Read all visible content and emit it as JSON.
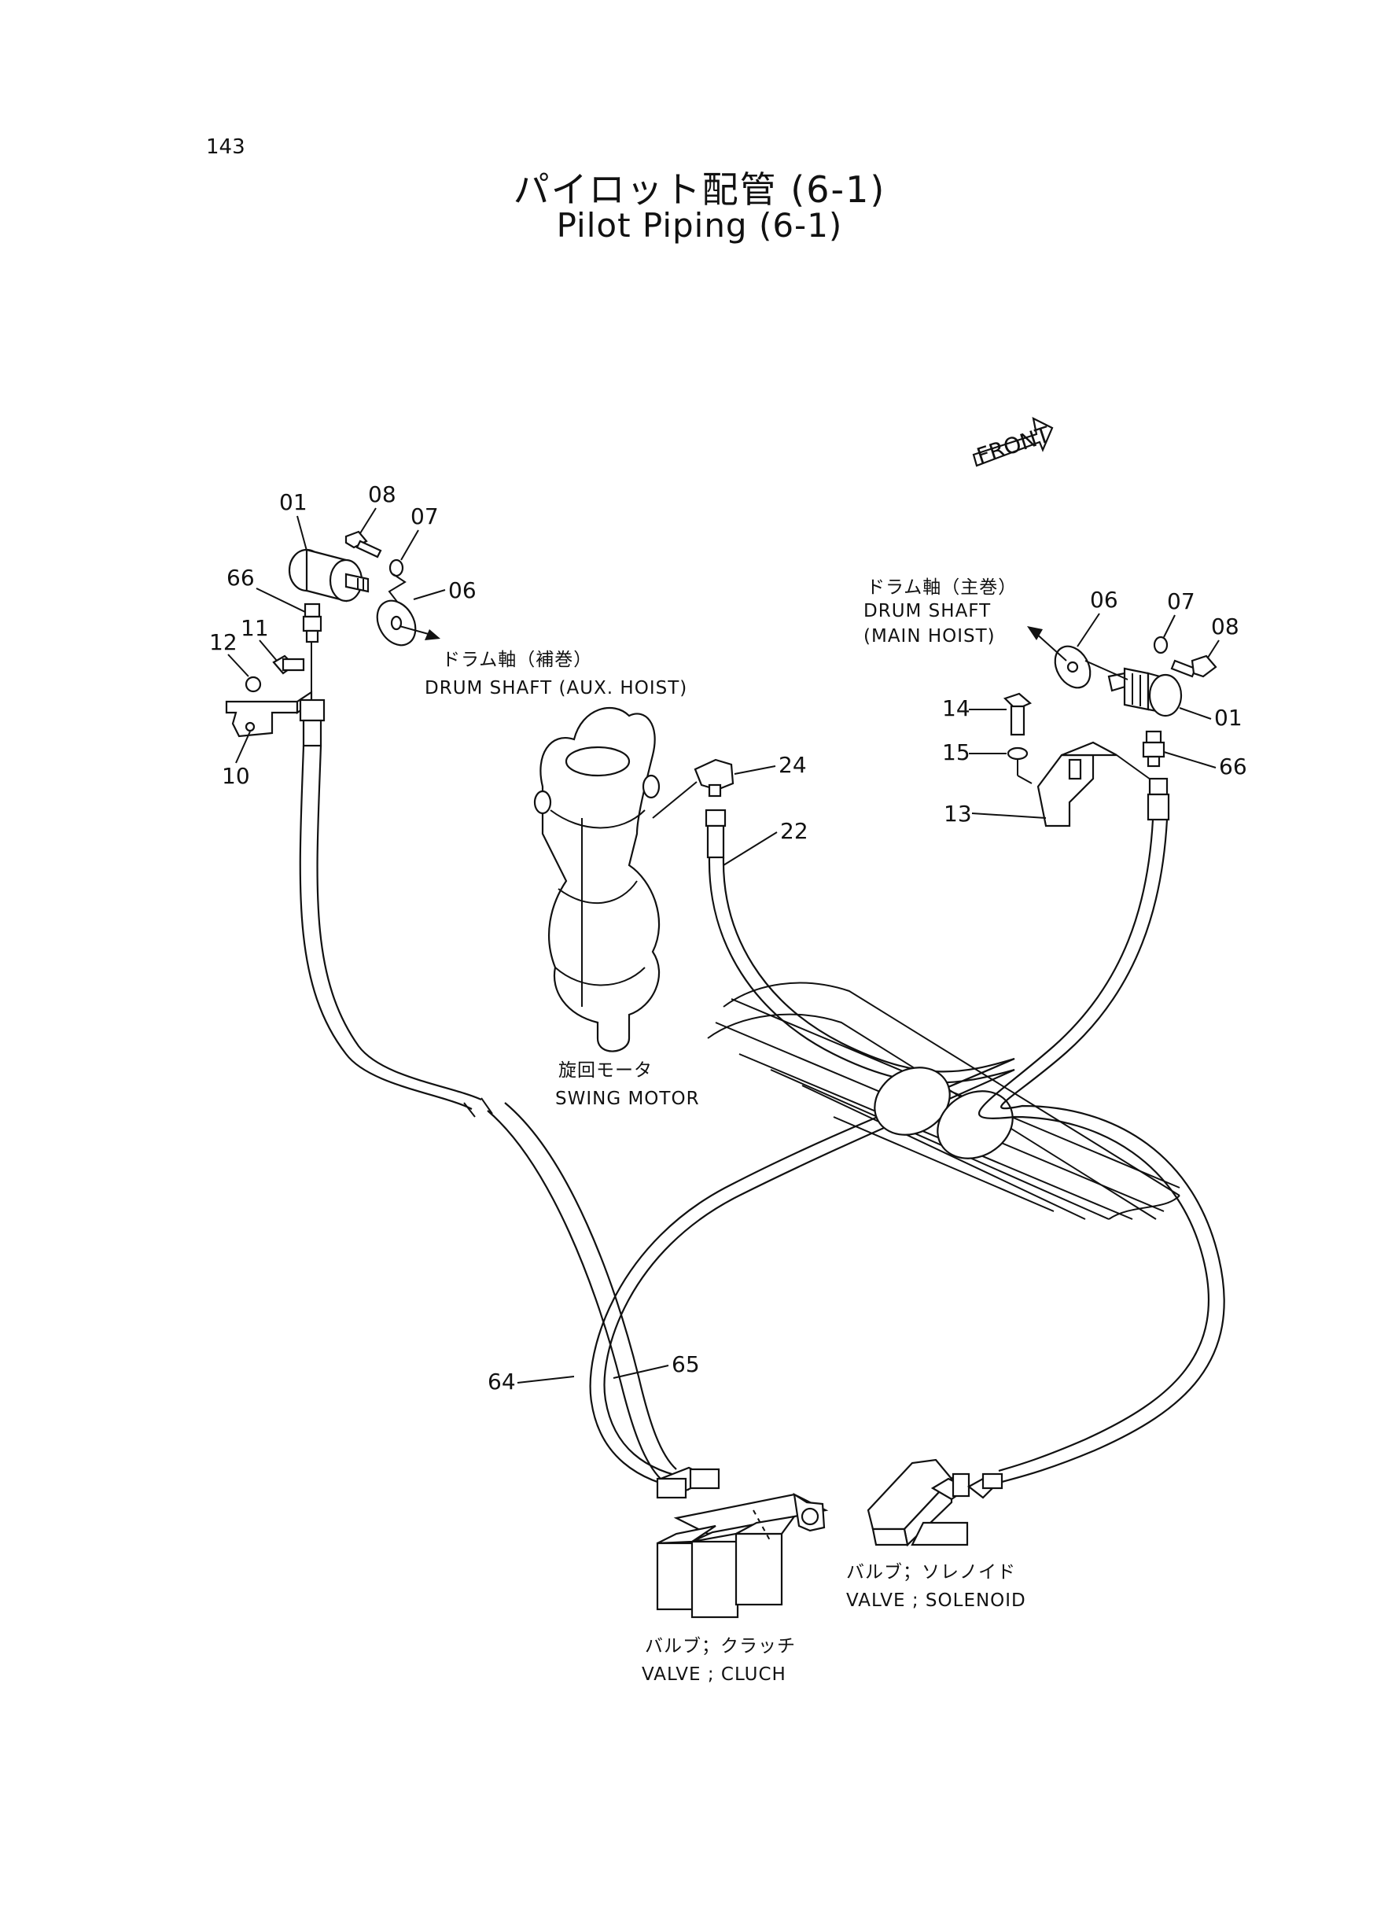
{
  "page": {
    "number": "143"
  },
  "title": {
    "ja": "パイロット配管 (6-1)",
    "en": "Pilot Piping (6-1)"
  },
  "front_marker": "FRONT",
  "callouts": {
    "left_01": "01",
    "left_08": "08",
    "left_07": "07",
    "left_06": "06",
    "left_66": "66",
    "left_11": "11",
    "left_12": "12",
    "left_10": "10",
    "right_06": "06",
    "right_07": "07",
    "right_08": "08",
    "right_01": "01",
    "right_66": "66",
    "right_14": "14",
    "right_15": "15",
    "right_13": "13",
    "p24": "24",
    "p22": "22",
    "p64": "64",
    "p65": "65"
  },
  "captions": {
    "drum_aux_ja": "ドラム軸（補巻）",
    "drum_aux_en": "DRUM SHAFT (AUX. HOIST)",
    "drum_main_ja": "ドラム軸（主巻）",
    "drum_main_en_1": "DRUM SHAFT",
    "drum_main_en_2": "(MAIN HOIST)",
    "swing_ja": "旋回モータ",
    "swing_en": "SWING MOTOR",
    "solenoid_ja": "バルブ；ソレノイド",
    "solenoid_en": "VALVE ; SOLENOID",
    "clutch_ja": "バルブ；クラッチ",
    "clutch_en": "VALVE ; CLUCH"
  }
}
